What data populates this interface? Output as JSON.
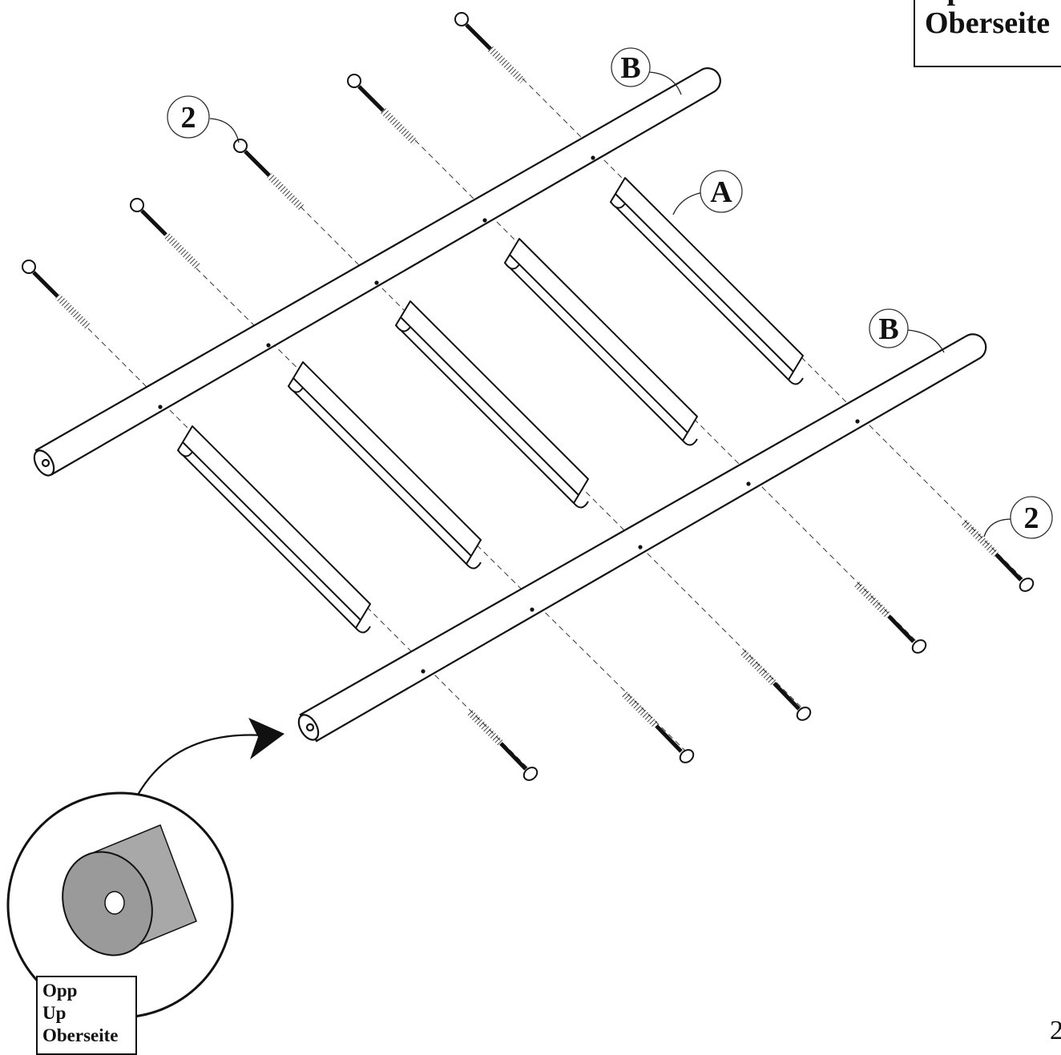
{
  "callouts": {
    "rail_top": "B",
    "rail_bottom": "B",
    "slat": "A",
    "bolt_top": "2",
    "bolt_bottom": "2"
  },
  "orientation_label": {
    "line1": "Opp",
    "line2": "Up",
    "line3": "Oberseite"
  },
  "top_label": {
    "line1": "Up",
    "line2": "Oberseite"
  },
  "page_number": "2",
  "colors": {
    "ink": "#111111",
    "end_cap_fill": "#9a9a9a",
    "tube_fill": "#a8a8a8",
    "arrow_fill": "#c8c8c8"
  }
}
